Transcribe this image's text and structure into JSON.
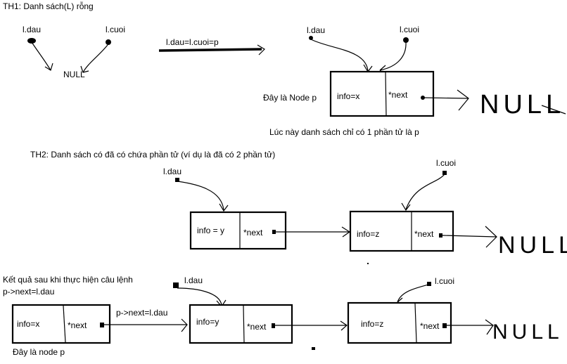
{
  "case1": {
    "title": "TH1: Danh sách(L) rỗng",
    "l_dau": "l.dau",
    "l_cuoi": "l.cuoi",
    "null_small": "NULL",
    "assign": "l.dau=l.cuoi=p",
    "l_dau_right": "l.dau",
    "l_cuoi_right": "l.cuoi",
    "node_caption": "Đây là Node p",
    "node_info": "info=x",
    "node_next": "*next",
    "null_big": "NULL",
    "summary": "Lúc này danh sách chỉ có 1 phần tử là p"
  },
  "case2": {
    "title": "TH2: Danh sách có đã có chứa phần tử (ví dụ là đã có 2 phần tử)",
    "l_dau": "l.dau",
    "l_cuoi": "l.cuoi",
    "node1_info": "info = y",
    "node1_next": "*next",
    "node2_info": "info=z",
    "node2_next": "*next",
    "null_big": "NULL"
  },
  "case3": {
    "result_line1": "Kết quả sau khi thực hiện câu lệnh",
    "result_line2": "p->next=l.dau",
    "l_dau": "l.dau",
    "l_cuoi": "l.cuoi",
    "nodep_info": "info=x",
    "nodep_next": "*next",
    "link_label": "p->next=l.dau",
    "node1_info": "info=y",
    "node1_next": "*next",
    "node2_info": "info=z",
    "node2_next": "*next",
    "null_big": "NULL",
    "nodep_caption": "Đây là node p"
  }
}
